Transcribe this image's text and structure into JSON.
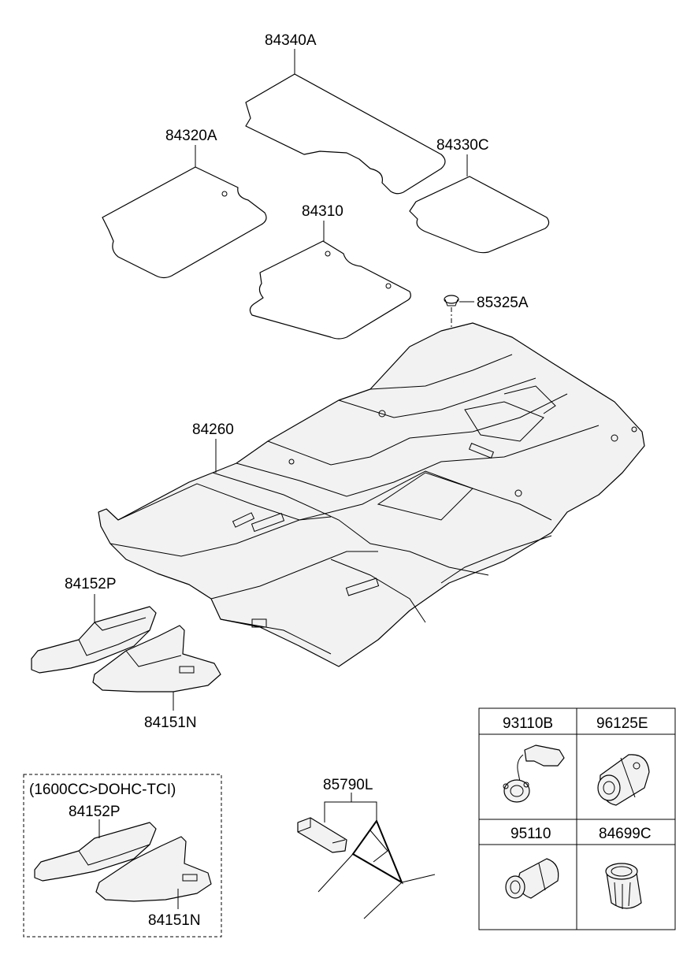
{
  "labels": {
    "rear_mat_center": "84340A",
    "front_mat_left": "84320A",
    "rear_mat_right": "84330C",
    "front_mat_right": "84310",
    "clip": "85325A",
    "carpet_main": "84260",
    "insulator_upper": "84152P",
    "insulator_lower": "84151N",
    "triangle_kit": "85790L"
  },
  "variant_box": {
    "condition": "(1600CC>DOHC-TCI)",
    "part_upper": "84152P",
    "part_lower": "84151N"
  },
  "parts_table": {
    "cells": [
      {
        "code": "93110B",
        "icon": "plug-connector-icon"
      },
      {
        "code": "96125E",
        "icon": "power-outlet-icon"
      },
      {
        "code": "95110",
        "icon": "switch-knob-icon"
      },
      {
        "code": "84699C",
        "icon": "cap-icon"
      }
    ]
  }
}
